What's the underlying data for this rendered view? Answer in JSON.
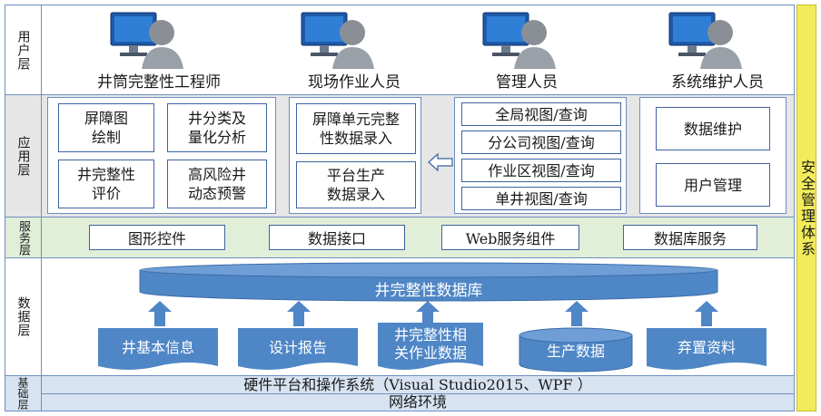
{
  "layers": {
    "user": "用户层",
    "application": "应用层",
    "service": "服务层",
    "data": "数据层",
    "foundation": "基础层"
  },
  "users": [
    "井筒完整性工程师",
    "现场作业人员",
    "管理人员",
    "系统维护人员"
  ],
  "apps": {
    "engineer": [
      "屏障图\n绘制",
      "井分类及\n量化分析",
      "井完整性\n评价",
      "高风险井\n动态预警"
    ],
    "field": [
      "屏障单元完整\n性数据录入",
      "平台生产\n数据录入"
    ],
    "management": [
      "全局视图/查询",
      "分公司视图/查询",
      "作业区视图/查询",
      "单井视图/查询"
    ],
    "maintenance": [
      "数据维护",
      "用户管理"
    ]
  },
  "services": [
    "图形控件",
    "数据接口",
    "Web服务组件",
    "数据库服务"
  ],
  "database": "井完整性数据库",
  "data_sources": [
    "井基本信息",
    "设计报告",
    "井完整性相\n关作业数据",
    "生产数据",
    "弃置资料"
  ],
  "foundation": {
    "platform": "硬件平台和操作系统（Visual Studio2015、WPF ）",
    "network": "网络环境"
  },
  "security": "安全管理体系",
  "colors": {
    "frame": "#6d8fc0",
    "app_band": "#e6e6e6",
    "service_band": "#e1efd8",
    "db_blue": "#4f86c6",
    "security": "#f3ec5a",
    "foundation": "#d8e3f1"
  }
}
